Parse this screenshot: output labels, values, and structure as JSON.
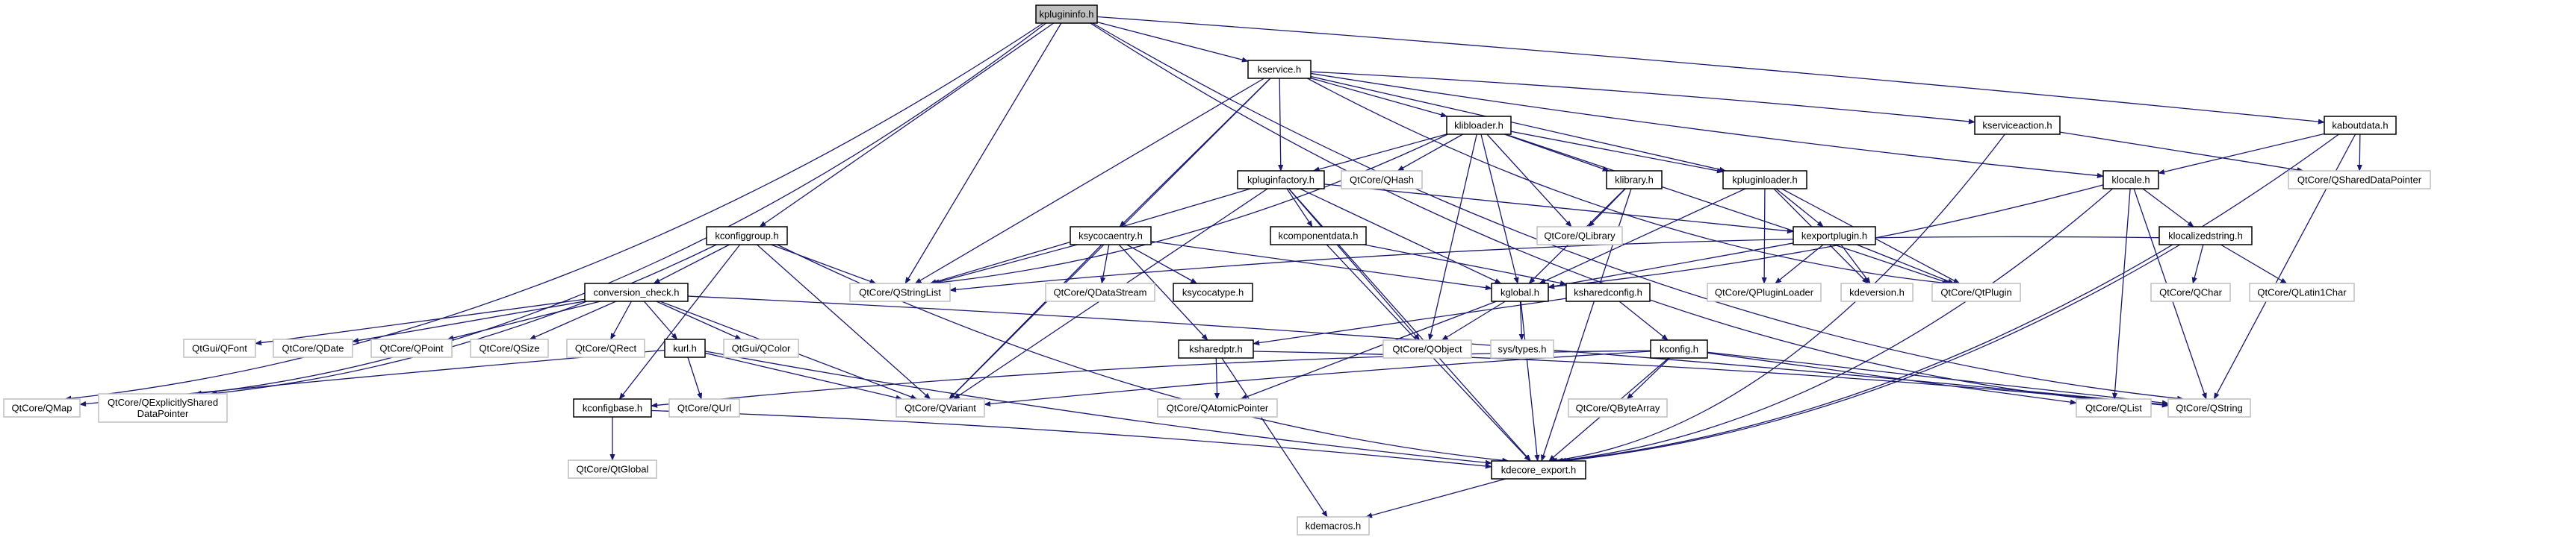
{
  "title": "kplugininfo.h include dependency graph",
  "colors": {
    "edge": "#191970",
    "root_fill": "#bfbfbf",
    "local_border": "#000000",
    "system_border": "#bfbfbf"
  },
  "nodes": [
    {
      "id": "kplugininfo",
      "label": "kplugininfo.h",
      "kind": "root"
    },
    {
      "id": "kservice",
      "label": "kservice.h",
      "kind": "local"
    },
    {
      "id": "klibloader",
      "label": "klibloader.h",
      "kind": "local"
    },
    {
      "id": "kpluginfactory",
      "label": "kpluginfactory.h",
      "kind": "local"
    },
    {
      "id": "qhash",
      "label": "QtCore/QHash",
      "kind": "system"
    },
    {
      "id": "klibrary",
      "label": "klibrary.h",
      "kind": "local"
    },
    {
      "id": "kpluginloader",
      "label": "kpluginloader.h",
      "kind": "local"
    },
    {
      "id": "kserviceaction",
      "label": "kserviceaction.h",
      "kind": "local"
    },
    {
      "id": "kaboutdata",
      "label": "kaboutdata.h",
      "kind": "local"
    },
    {
      "id": "klocale",
      "label": "klocale.h",
      "kind": "local"
    },
    {
      "id": "qshareddatapointer",
      "label": "QtCore/QSharedDataPointer",
      "kind": "system"
    },
    {
      "id": "ksycocaentry",
      "label": "ksycocaentry.h",
      "kind": "local"
    },
    {
      "id": "kcomponentdata",
      "label": "kcomponentdata.h",
      "kind": "local"
    },
    {
      "id": "qlibrary",
      "label": "QtCore/QLibrary",
      "kind": "system"
    },
    {
      "id": "kexportplugin",
      "label": "kexportplugin.h",
      "kind": "local"
    },
    {
      "id": "klocalizedstring",
      "label": "klocalizedstring.h",
      "kind": "local"
    },
    {
      "id": "qdatastream",
      "label": "QtCore/QDataStream",
      "kind": "system"
    },
    {
      "id": "ksycocatype",
      "label": "ksycocatype.h",
      "kind": "local"
    },
    {
      "id": "kglobal",
      "label": "kglobal.h",
      "kind": "local"
    },
    {
      "id": "ksharedconfig",
      "label": "ksharedconfig.h",
      "kind": "local"
    },
    {
      "id": "qpluginloader",
      "label": "QtCore/QPluginLoader",
      "kind": "system"
    },
    {
      "id": "kdeversion",
      "label": "kdeversion.h",
      "kind": "system"
    },
    {
      "id": "qtplugin",
      "label": "QtCore/QtPlugin",
      "kind": "system"
    },
    {
      "id": "qchar",
      "label": "QtCore/QChar",
      "kind": "system"
    },
    {
      "id": "qlatin1char",
      "label": "QtCore/QLatin1Char",
      "kind": "system"
    },
    {
      "id": "ksharedptr",
      "label": "ksharedptr.h",
      "kind": "local"
    },
    {
      "id": "qobject",
      "label": "QtCore/QObject",
      "kind": "system"
    },
    {
      "id": "systypes",
      "label": "sys/types.h",
      "kind": "system"
    },
    {
      "id": "kconfig",
      "label": "kconfig.h",
      "kind": "local"
    },
    {
      "id": "qatomicpointer",
      "label": "QtCore/QAtomicPointer",
      "kind": "system"
    },
    {
      "id": "qbytearray",
      "label": "QtCore/QByteArray",
      "kind": "system"
    },
    {
      "id": "qlist",
      "label": "QtCore/QList",
      "kind": "system"
    },
    {
      "id": "qstring",
      "label": "QtCore/QString",
      "kind": "system"
    },
    {
      "id": "kdecore_export",
      "label": "kdecore_export.h",
      "kind": "local"
    },
    {
      "id": "kdemacros",
      "label": "kdemacros.h",
      "kind": "system"
    },
    {
      "id": "kconfiggroup",
      "label": "kconfiggroup.h",
      "kind": "local"
    },
    {
      "id": "conversion_check",
      "label": "conversion_check.h",
      "kind": "local"
    },
    {
      "id": "qstringlist",
      "label": "QtCore/QStringList",
      "kind": "system"
    },
    {
      "id": "qfont",
      "label": "QtGui/QFont",
      "kind": "system"
    },
    {
      "id": "qdate",
      "label": "QtCore/QDate",
      "kind": "system"
    },
    {
      "id": "qpoint",
      "label": "QtCore/QPoint",
      "kind": "system"
    },
    {
      "id": "qsize",
      "label": "QtCore/QSize",
      "kind": "system"
    },
    {
      "id": "qrect",
      "label": "QtCore/QRect",
      "kind": "system"
    },
    {
      "id": "kurl",
      "label": "kurl.h",
      "kind": "local"
    },
    {
      "id": "qcolor",
      "label": "QtGui/QColor",
      "kind": "system"
    },
    {
      "id": "qmap",
      "label": "QtCore/QMap",
      "kind": "system"
    },
    {
      "id": "qexplicitlyshared",
      "label": "QtCore/QExplicitlyShared\nDataPointer",
      "kind": "system"
    },
    {
      "id": "kconfigbase",
      "label": "kconfigbase.h",
      "kind": "local"
    },
    {
      "id": "qurl",
      "label": "QtCore/QUrl",
      "kind": "system"
    },
    {
      "id": "qvariant",
      "label": "QtCore/QVariant",
      "kind": "system"
    },
    {
      "id": "qtglobal",
      "label": "QtCore/QtGlobal",
      "kind": "system"
    }
  ],
  "edges": [
    [
      "kplugininfo",
      "kservice"
    ],
    [
      "kplugininfo",
      "kconfiggroup"
    ],
    [
      "kplugininfo",
      "qstringlist"
    ],
    [
      "kplugininfo",
      "qmap"
    ],
    [
      "kplugininfo",
      "qexplicitlyshared"
    ],
    [
      "kplugininfo",
      "kaboutdata"
    ],
    [
      "kplugininfo",
      "qstring"
    ],
    [
      "kplugininfo",
      "qlist"
    ],
    [
      "kservice",
      "klibloader"
    ],
    [
      "kservice",
      "kpluginfactory"
    ],
    [
      "kservice",
      "kpluginloader"
    ],
    [
      "kservice",
      "kserviceaction"
    ],
    [
      "kservice",
      "klocale"
    ],
    [
      "kservice",
      "ksycocaentry"
    ],
    [
      "kservice",
      "qstringlist"
    ],
    [
      "kservice",
      "qvariant"
    ],
    [
      "kservice",
      "qtplugin"
    ],
    [
      "klibloader",
      "kpluginfactory"
    ],
    [
      "klibloader",
      "qhash"
    ],
    [
      "klibloader",
      "klibrary"
    ],
    [
      "klibloader",
      "kpluginloader"
    ],
    [
      "klibloader",
      "qlibrary"
    ],
    [
      "klibloader",
      "kglobal"
    ],
    [
      "klibloader",
      "qobject"
    ],
    [
      "klibloader",
      "qstringlist"
    ],
    [
      "klibloader",
      "qtplugin"
    ],
    [
      "kpluginfactory",
      "kcomponentdata"
    ],
    [
      "kpluginfactory",
      "kexportplugin"
    ],
    [
      "kpluginfactory",
      "kglobal"
    ],
    [
      "kpluginfactory",
      "qobject"
    ],
    [
      "kpluginfactory",
      "qstringlist"
    ],
    [
      "kpluginfactory",
      "qvariant"
    ],
    [
      "kpluginfactory",
      "kdecore_export"
    ],
    [
      "klibrary",
      "qlibrary"
    ],
    [
      "klibrary",
      "kglobal"
    ],
    [
      "klibrary",
      "kdecore_export"
    ],
    [
      "kpluginloader",
      "kexportplugin"
    ],
    [
      "kpluginloader",
      "qpluginloader"
    ],
    [
      "kpluginloader",
      "kglobal"
    ],
    [
      "kpluginloader",
      "qtplugin"
    ],
    [
      "kpluginloader",
      "kdeversion"
    ],
    [
      "kserviceaction",
      "qshareddatapointer"
    ],
    [
      "kserviceaction",
      "kdecore_export"
    ],
    [
      "kaboutdata",
      "klocale"
    ],
    [
      "kaboutdata",
      "qshareddatapointer"
    ],
    [
      "kaboutdata",
      "qstring"
    ],
    [
      "kaboutdata",
      "kdecore_export"
    ],
    [
      "klocale",
      "klocalizedstring"
    ],
    [
      "klocale",
      "qlist"
    ],
    [
      "klocale",
      "qstring"
    ],
    [
      "klocale",
      "kglobal"
    ],
    [
      "klocale",
      "kdecore_export"
    ],
    [
      "ksycocaentry",
      "qdatastream"
    ],
    [
      "ksycocaentry",
      "ksycocatype"
    ],
    [
      "ksycocaentry",
      "kglobal"
    ],
    [
      "ksycocaentry",
      "ksharedptr"
    ],
    [
      "ksycocaentry",
      "qstringlist"
    ],
    [
      "ksycocaentry",
      "qvariant"
    ],
    [
      "kcomponentdata",
      "ksharedconfig"
    ],
    [
      "kcomponentdata",
      "kdecore_export"
    ],
    [
      "kexportplugin",
      "qpluginloader"
    ],
    [
      "kexportplugin",
      "kdeversion"
    ],
    [
      "kexportplugin",
      "qtplugin"
    ],
    [
      "kexportplugin",
      "kglobal"
    ],
    [
      "klocalizedstring",
      "qchar"
    ],
    [
      "klocalizedstring",
      "qlatin1char"
    ],
    [
      "klocalizedstring",
      "qstringlist"
    ],
    [
      "klocalizedstring",
      "kdecore_export"
    ],
    [
      "kglobal",
      "qobject"
    ],
    [
      "kglobal",
      "systypes"
    ],
    [
      "kglobal",
      "qatomicpointer"
    ],
    [
      "kglobal",
      "kdecore_export"
    ],
    [
      "ksharedconfig",
      "kconfig"
    ],
    [
      "ksharedconfig",
      "ksharedptr"
    ],
    [
      "ksharedptr",
      "qatomicpointer"
    ],
    [
      "ksharedptr",
      "kdemacros"
    ],
    [
      "ksharedptr",
      "qstring"
    ],
    [
      "kconfig",
      "qbytearray"
    ],
    [
      "kconfig",
      "qlist"
    ],
    [
      "kconfig",
      "qstring"
    ],
    [
      "kconfig",
      "qvariant"
    ],
    [
      "kconfig",
      "kdecore_export"
    ],
    [
      "kconfig",
      "kconfigbase"
    ],
    [
      "kdecore_export",
      "kdemacros"
    ],
    [
      "kconfiggroup",
      "conversion_check"
    ],
    [
      "kconfiggroup",
      "qstringlist"
    ],
    [
      "kconfiggroup",
      "qvariant"
    ],
    [
      "kconfiggroup",
      "qexplicitlyshared"
    ],
    [
      "kconfiggroup",
      "kconfigbase"
    ],
    [
      "kconfiggroup",
      "kdecore_export"
    ],
    [
      "conversion_check",
      "qfont"
    ],
    [
      "conversion_check",
      "qdate"
    ],
    [
      "conversion_check",
      "qpoint"
    ],
    [
      "conversion_check",
      "qsize"
    ],
    [
      "conversion_check",
      "qrect"
    ],
    [
      "conversion_check",
      "kurl"
    ],
    [
      "conversion_check",
      "qcolor"
    ],
    [
      "conversion_check",
      "qvariant"
    ],
    [
      "conversion_check",
      "qstring"
    ],
    [
      "kurl",
      "qurl"
    ],
    [
      "kurl",
      "qmap"
    ],
    [
      "kurl",
      "qvariant"
    ],
    [
      "kurl",
      "kdecore_export"
    ],
    [
      "kconfigbase",
      "qtglobal"
    ],
    [
      "kconfigbase",
      "kdecore_export"
    ]
  ]
}
